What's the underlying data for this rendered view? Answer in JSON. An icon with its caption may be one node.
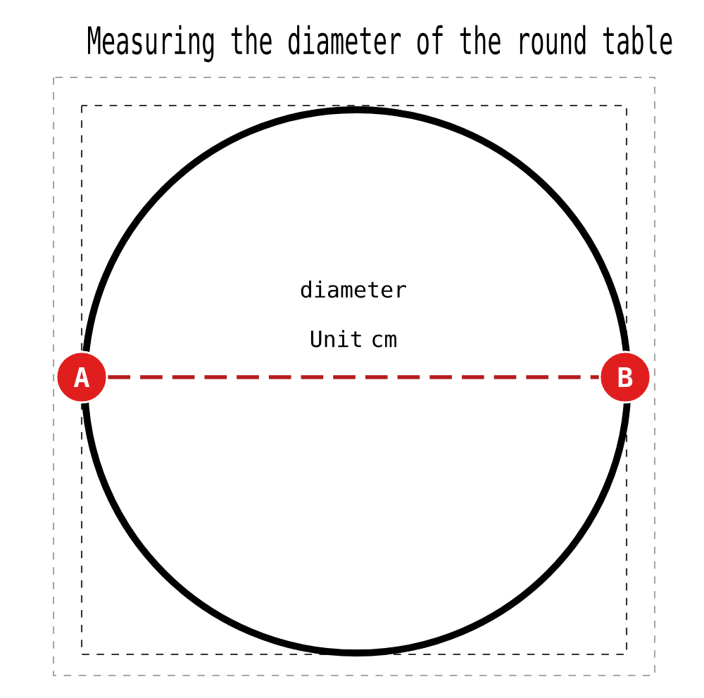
{
  "diagram": {
    "title": "Measuring the diameter of the round table",
    "nodes": [
      {
        "text": [
          "A"
        ]
      },
      {
        "text": [
          "B"
        ]
      }
    ],
    "edges": [
      {
        "from": 0,
        "to": 1,
        "arrow": "none",
        "style": "dashed",
        "color": "#b51c1c",
        "label": "diameter Unit cm"
      }
    ]
  }
}
